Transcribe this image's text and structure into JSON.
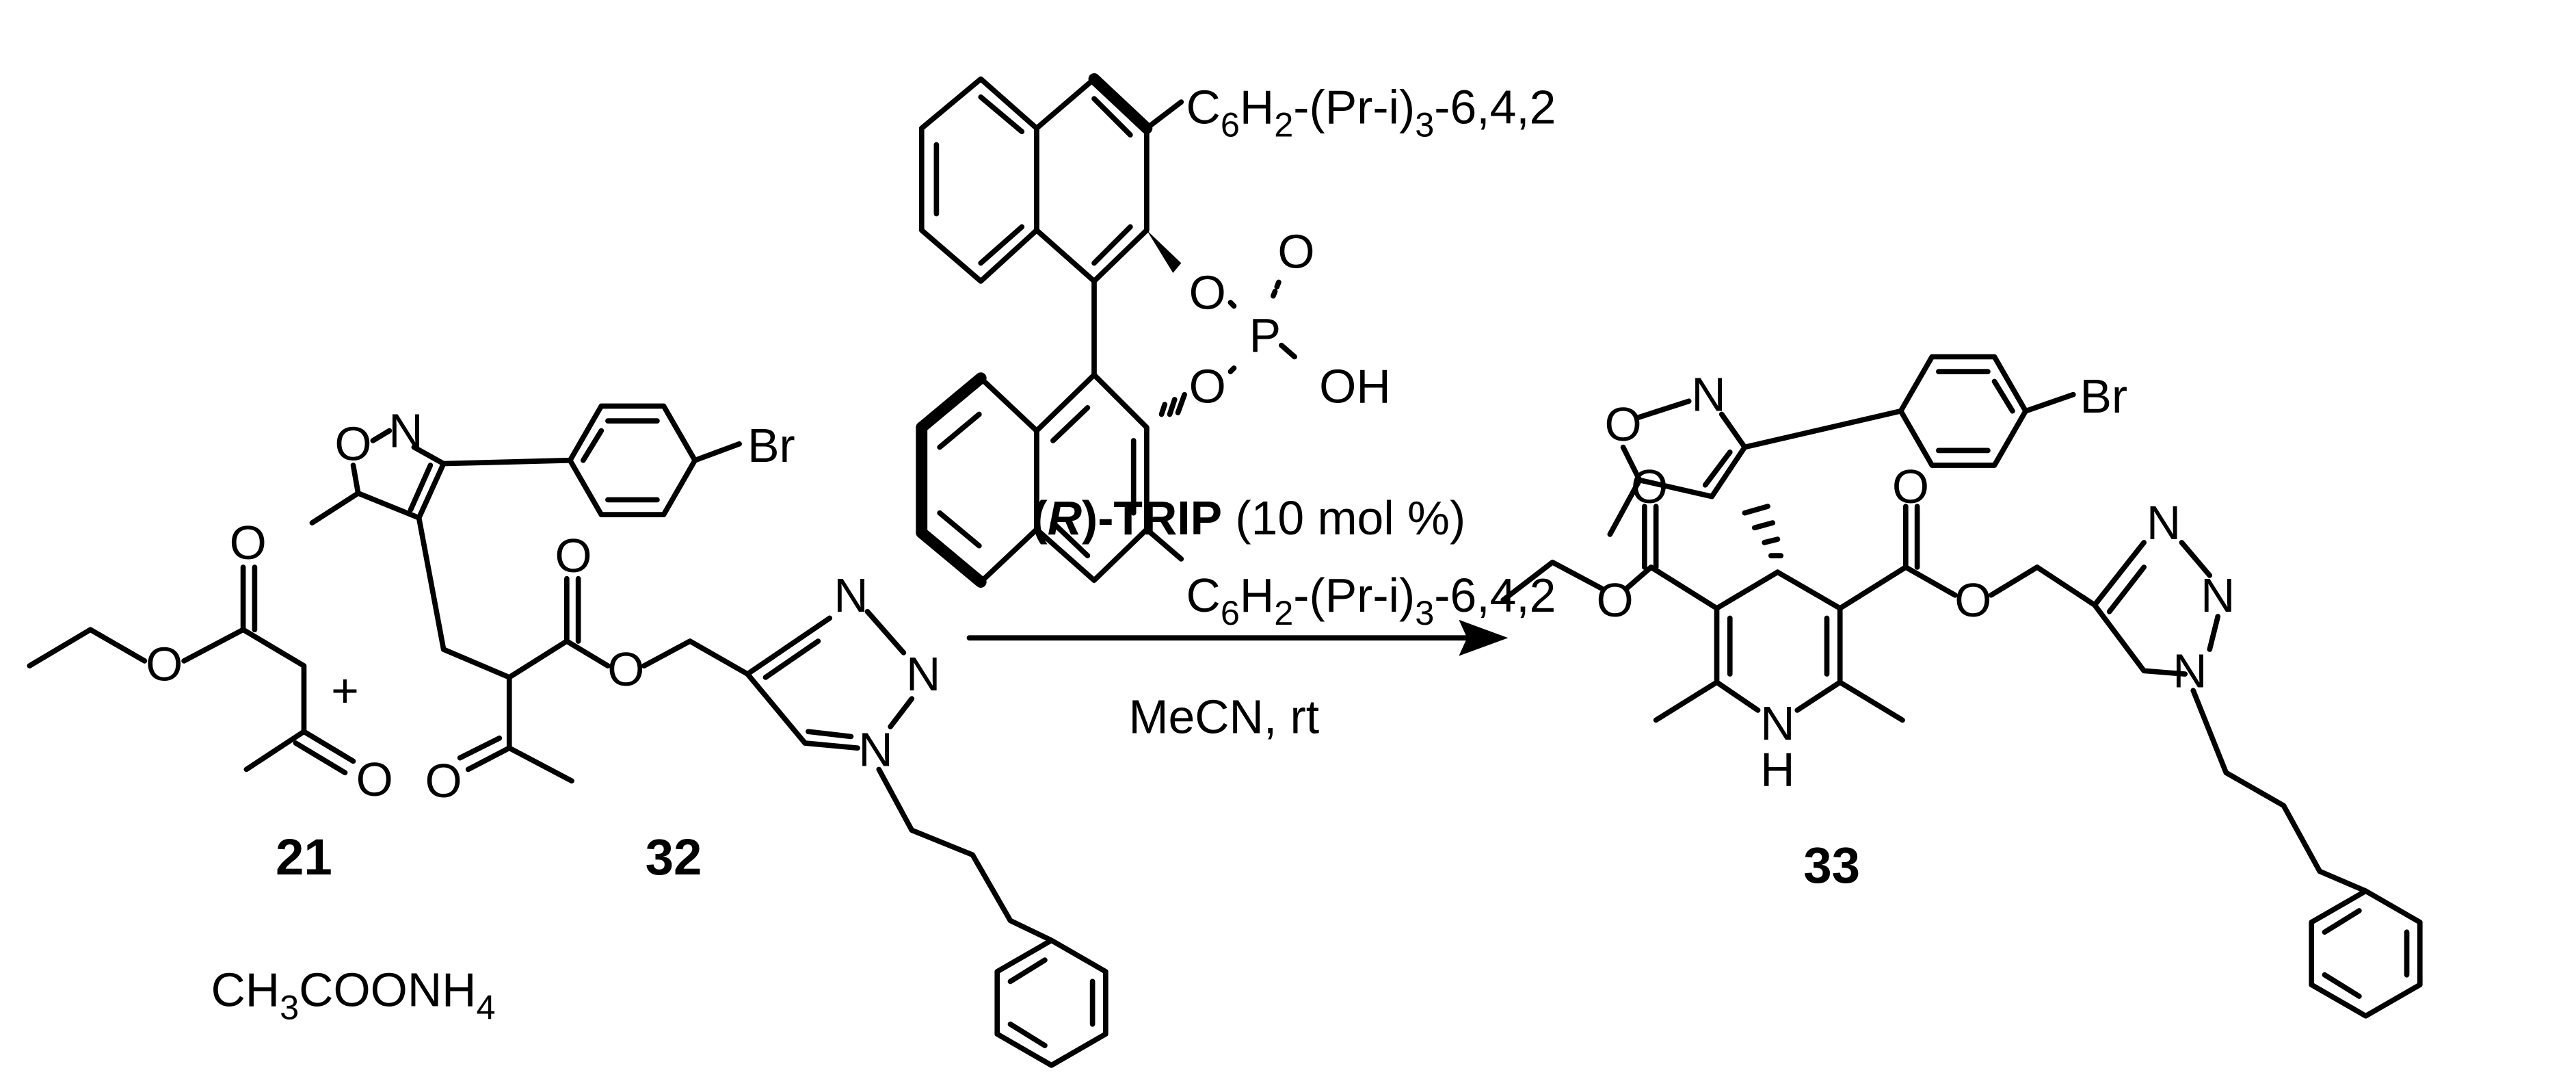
{
  "catalyst": {
    "substituent_parts": [
      "C",
      "6",
      "H",
      "2",
      "-(Pr-i)",
      "3",
      "-6,4,2"
    ],
    "label_open": "(",
    "label_config": "R",
    "label_name": ")-TRIP",
    "label_loading": " (10 mol %)",
    "atoms": {
      "o1": "O",
      "o2": "O",
      "o3": "O",
      "p": "P",
      "oh": "OH"
    }
  },
  "reactants": {
    "compound_21": "21",
    "compound_32": "32",
    "plus": "+",
    "reagent_parts": [
      "CH",
      "3",
      "COONH",
      "4"
    ],
    "atoms_21": {
      "o_ester": "O",
      "o_carbonyl": "O",
      "o_ketone": "O"
    },
    "atoms_32": {
      "o_ring": "O",
      "n_ring": "N",
      "br": "Br",
      "o_carbonyl": "O",
      "o_ester": "O",
      "o_ketone": "O",
      "n2": "N",
      "n3": "N",
      "n1": "N"
    }
  },
  "conditions": "MeCN, rt",
  "product": {
    "compound_33": "33",
    "atoms": {
      "o_ring": "O",
      "n_ring": "N",
      "br": "Br",
      "o_carb_l": "O",
      "o_est_l": "O",
      "o_carb_r": "O",
      "o_est_r": "O",
      "nh_n": "N",
      "nh_h": "H",
      "n2": "N",
      "n3": "N",
      "n1": "N"
    }
  }
}
